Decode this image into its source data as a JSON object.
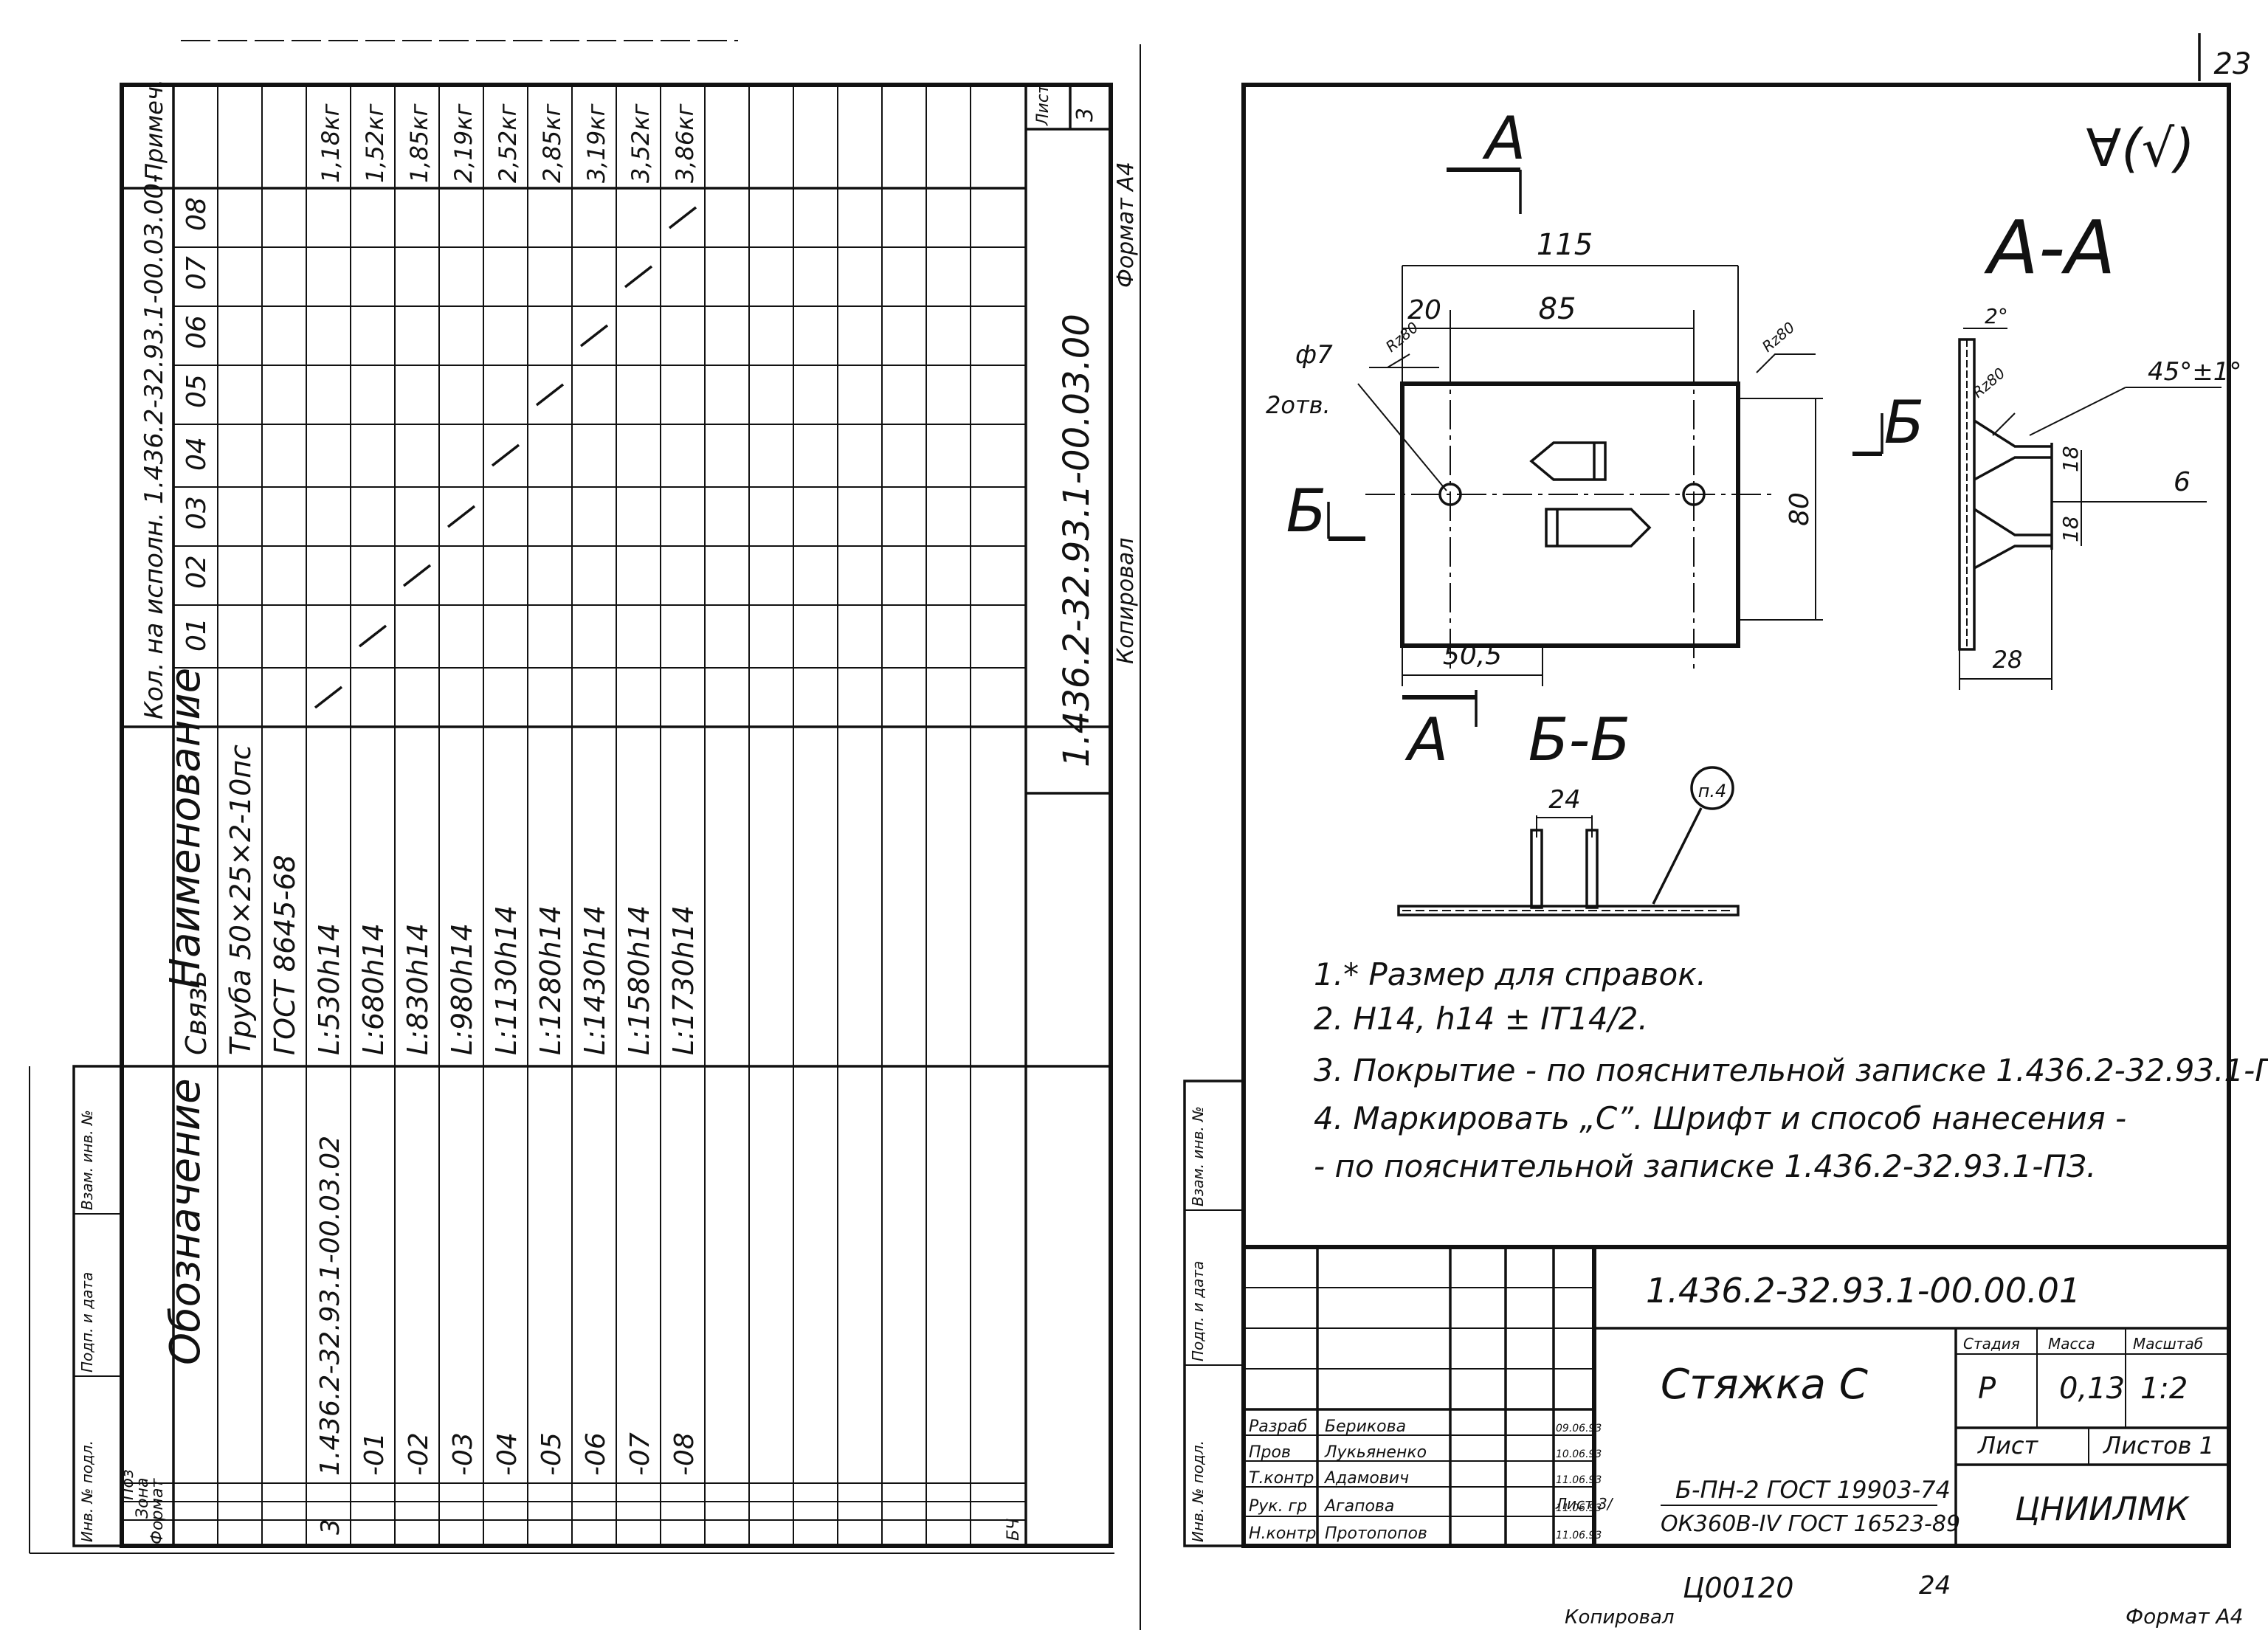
{
  "sheet_number": "23",
  "left_sheet": {
    "title_code": "1.436.2-32.93.1-00.03.00",
    "format": "Формат А4",
    "copied": "Копировал",
    "sheet_label": "Лист",
    "sheet_no": "3",
    "col_headers": {
      "format": "Формат",
      "zone": "Зона",
      "pos": "Поз",
      "designation": "Обозначение",
      "name": "Наименование",
      "qty": "Кол. на исполн. 1.436.2-32.93.1-00.03.00-",
      "note": "Примеч."
    },
    "variants": [
      "-",
      "01",
      "02",
      "03",
      "04",
      "05",
      "06",
      "07",
      "08"
    ],
    "side_labels": [
      "Инв. № подл.",
      "Подп. и дата",
      "Взам. инв. №"
    ],
    "rows": [
      {
        "pos": "",
        "designation": "",
        "name": "Связь",
        "qty": [],
        "note": ""
      },
      {
        "pos": "",
        "designation": "",
        "name": "Труба 50×25×2-10пс",
        "qty": [],
        "note": ""
      },
      {
        "pos": "",
        "designation": "",
        "name": "ГОСТ 8645-68",
        "qty": [],
        "note": ""
      },
      {
        "pos": "3",
        "designation": "1.436.2-32.93.1-00.03.02",
        "name": "L:530h14",
        "qty": [
          0
        ],
        "note": "1,18кг"
      },
      {
        "pos": "",
        "designation": "-01",
        "name": "L:680h14",
        "qty": [
          1
        ],
        "note": "1,52кг"
      },
      {
        "pos": "",
        "designation": "-02",
        "name": "L:830h14",
        "qty": [
          2
        ],
        "note": "1,85кг"
      },
      {
        "pos": "",
        "designation": "-03",
        "name": "L:980h14",
        "qty": [
          3
        ],
        "note": "2,19кг"
      },
      {
        "pos": "",
        "designation": "-04",
        "name": "L:1130h14",
        "qty": [
          4
        ],
        "note": "2,52кг"
      },
      {
        "pos": "",
        "designation": "-05",
        "name": "L:1280h14",
        "qty": [
          5
        ],
        "note": "2,85кг"
      },
      {
        "pos": "",
        "designation": "-06",
        "name": "L:1430h14",
        "qty": [
          6
        ],
        "note": "3,19кг"
      },
      {
        "pos": "",
        "designation": "-07",
        "name": "L:1580h14",
        "qty": [
          7
        ],
        "note": "3,52кг"
      },
      {
        "pos": "",
        "designation": "-08",
        "name": "L:1730h14",
        "qty": [
          8
        ],
        "note": "3,86кг"
      }
    ],
    "qty_mark": "1",
    "corner_format": "БЧ"
  },
  "right_sheet": {
    "roughness": "∀(√)",
    "section_aa": "А-А",
    "section_bb": "Б-Б",
    "cut_a": "А",
    "cut_b": "Б",
    "dims": {
      "overall": "115",
      "left": "20",
      "pitch": "85",
      "height": "80",
      "hole_pos": "50,5",
      "hole": "ф7",
      "holes": "2отв.",
      "rough1": "Rz80",
      "rough2": "Rz80",
      "rough3": "Rz80",
      "angle": "2°",
      "chamfer": "45°±1°",
      "thk": "6",
      "h1": "18",
      "h2": "18",
      "width": "28",
      "slot": "24",
      "leader_note": "п.4"
    },
    "notes": [
      "1.* Размер для справок.",
      "2. H14, h14 ± IT14/2.",
      "3. Покрытие - по пояснительной записке 1.436.2-32.93.1-ПЗ.",
      "4. Маркировать „С”. Шрифт и способ нанесения -",
      "- по пояснительной записке 1.436.2-32.93.1-ПЗ."
    ],
    "title_block": {
      "code": "1.436.2-32.93.1-00.00.01",
      "name": "Стяжка С",
      "stage_label": "Стадия",
      "mass_label": "Масса",
      "scale_label": "Масштаб",
      "stage": "Р",
      "mass": "0,13",
      "scale": "1:2",
      "sheet_label": "Лист",
      "sheets_label": "Листов 1",
      "material_1": "Б-ПН-2 ГОСТ 19903-74",
      "material_2": "ОК360В-IV ГОСТ 16523-89",
      "material_prefix": "Лист 3/",
      "org": "ЦНИИЛМК",
      "people": [
        {
          "role": "Разраб",
          "name": "Берикова",
          "date": "09.06.93"
        },
        {
          "role": "Пров",
          "name": "Лукьяненко",
          "date": "10.06.93"
        },
        {
          "role": "Т.контр",
          "name": "Адамович",
          "date": "11.06.93"
        },
        {
          "role": "Рук. гр",
          "name": "Агапова",
          "date": "11.06.93"
        },
        {
          "role": "Н.контр",
          "name": "Протопопов",
          "date": "11.06.93"
        }
      ],
      "side_labels": [
        "Инв. № подл.",
        "Подп. и дата",
        "Взам. инв. №"
      ]
    },
    "footer": {
      "copied": "Копировал",
      "archive": "Ц00120",
      "page": "24",
      "format": "Формат А4"
    }
  }
}
